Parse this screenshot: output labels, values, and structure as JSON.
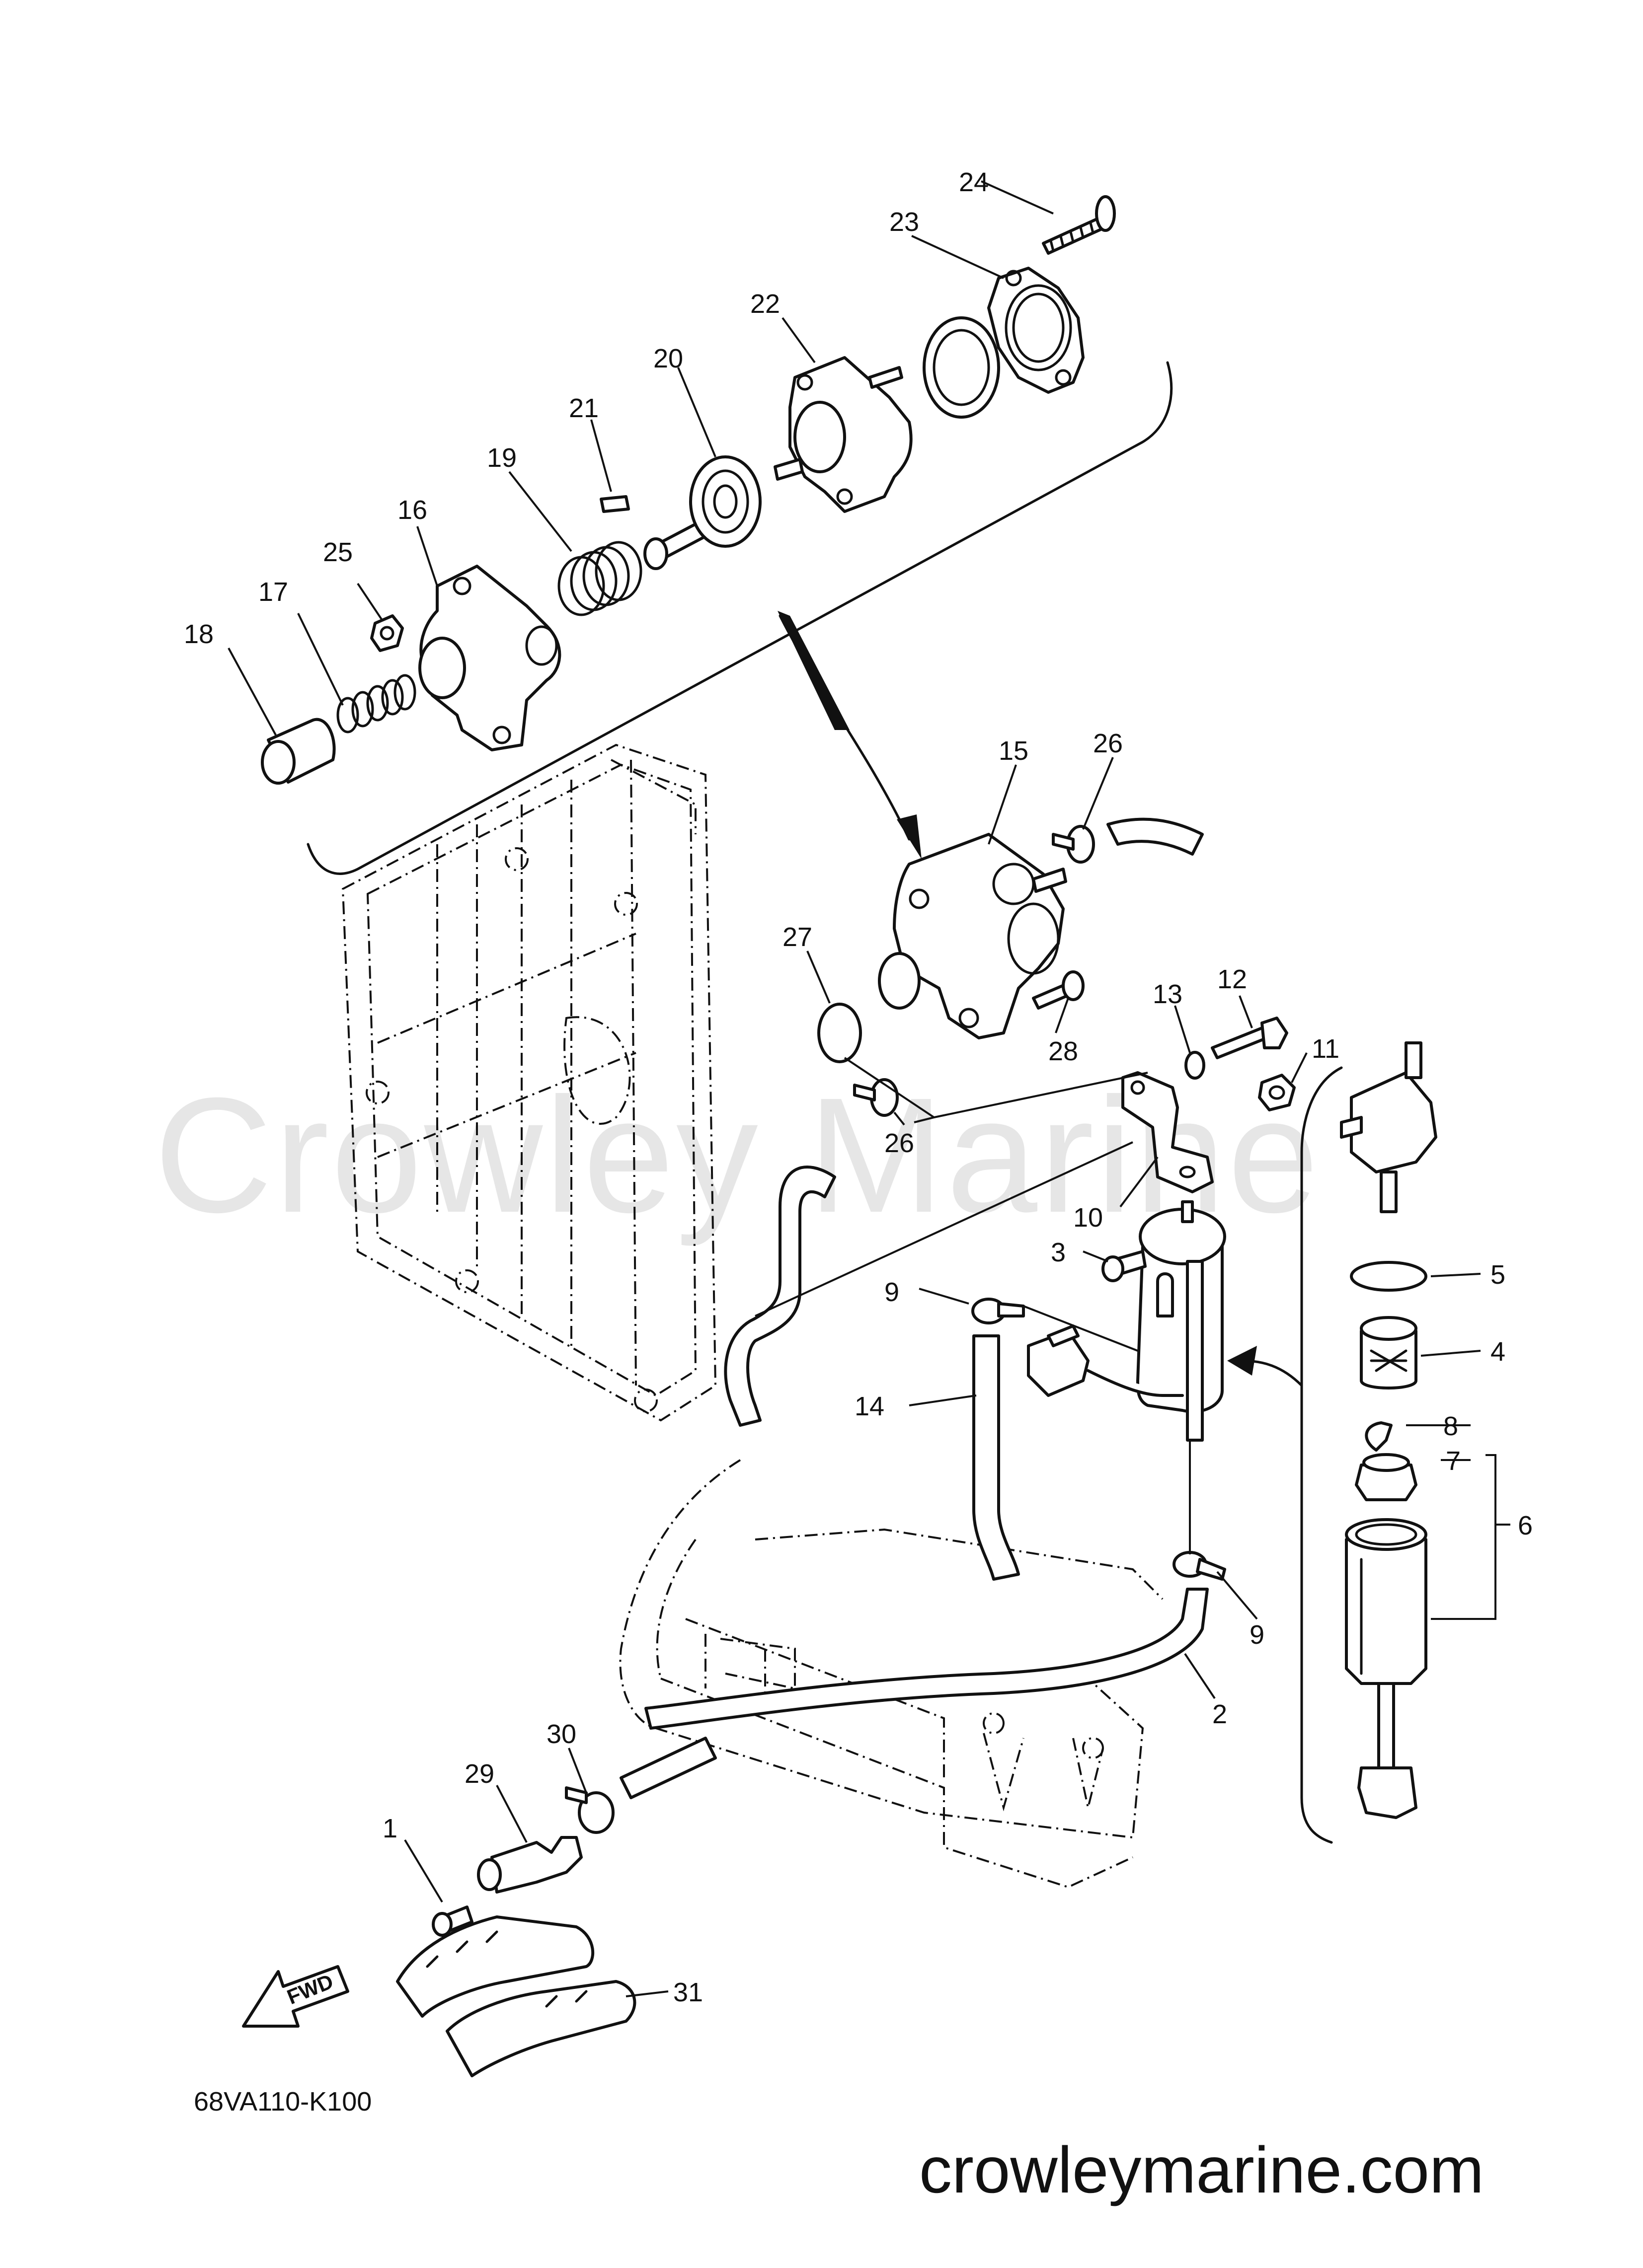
{
  "watermark": "Crowley Marine",
  "website": "crowleymarine.com",
  "diagram_code": "68VA110-K100",
  "fwd_label": "FWD",
  "callouts": [
    {
      "id": "c1",
      "label": "1"
    },
    {
      "id": "c2",
      "label": "2"
    },
    {
      "id": "c3",
      "label": "3"
    },
    {
      "id": "c4",
      "label": "4"
    },
    {
      "id": "c5",
      "label": "5"
    },
    {
      "id": "c6",
      "label": "6"
    },
    {
      "id": "c7",
      "label": "7"
    },
    {
      "id": "c8",
      "label": "8"
    },
    {
      "id": "c9a",
      "label": "9"
    },
    {
      "id": "c9b",
      "label": "9"
    },
    {
      "id": "c10",
      "label": "10"
    },
    {
      "id": "c11",
      "label": "11"
    },
    {
      "id": "c12",
      "label": "12"
    },
    {
      "id": "c13",
      "label": "13"
    },
    {
      "id": "c14",
      "label": "14"
    },
    {
      "id": "c15",
      "label": "15"
    },
    {
      "id": "c16",
      "label": "16"
    },
    {
      "id": "c17",
      "label": "17"
    },
    {
      "id": "c18",
      "label": "18"
    },
    {
      "id": "c19",
      "label": "19"
    },
    {
      "id": "c20",
      "label": "20"
    },
    {
      "id": "c21",
      "label": "21"
    },
    {
      "id": "c22",
      "label": "22"
    },
    {
      "id": "c23",
      "label": "23"
    },
    {
      "id": "c24",
      "label": "24"
    },
    {
      "id": "c25",
      "label": "25"
    },
    {
      "id": "c26a",
      "label": "26"
    },
    {
      "id": "c26b",
      "label": "26"
    },
    {
      "id": "c27",
      "label": "27"
    },
    {
      "id": "c28",
      "label": "28"
    },
    {
      "id": "c29",
      "label": "29"
    },
    {
      "id": "c30",
      "label": "30"
    },
    {
      "id": "c31",
      "label": "31"
    }
  ]
}
